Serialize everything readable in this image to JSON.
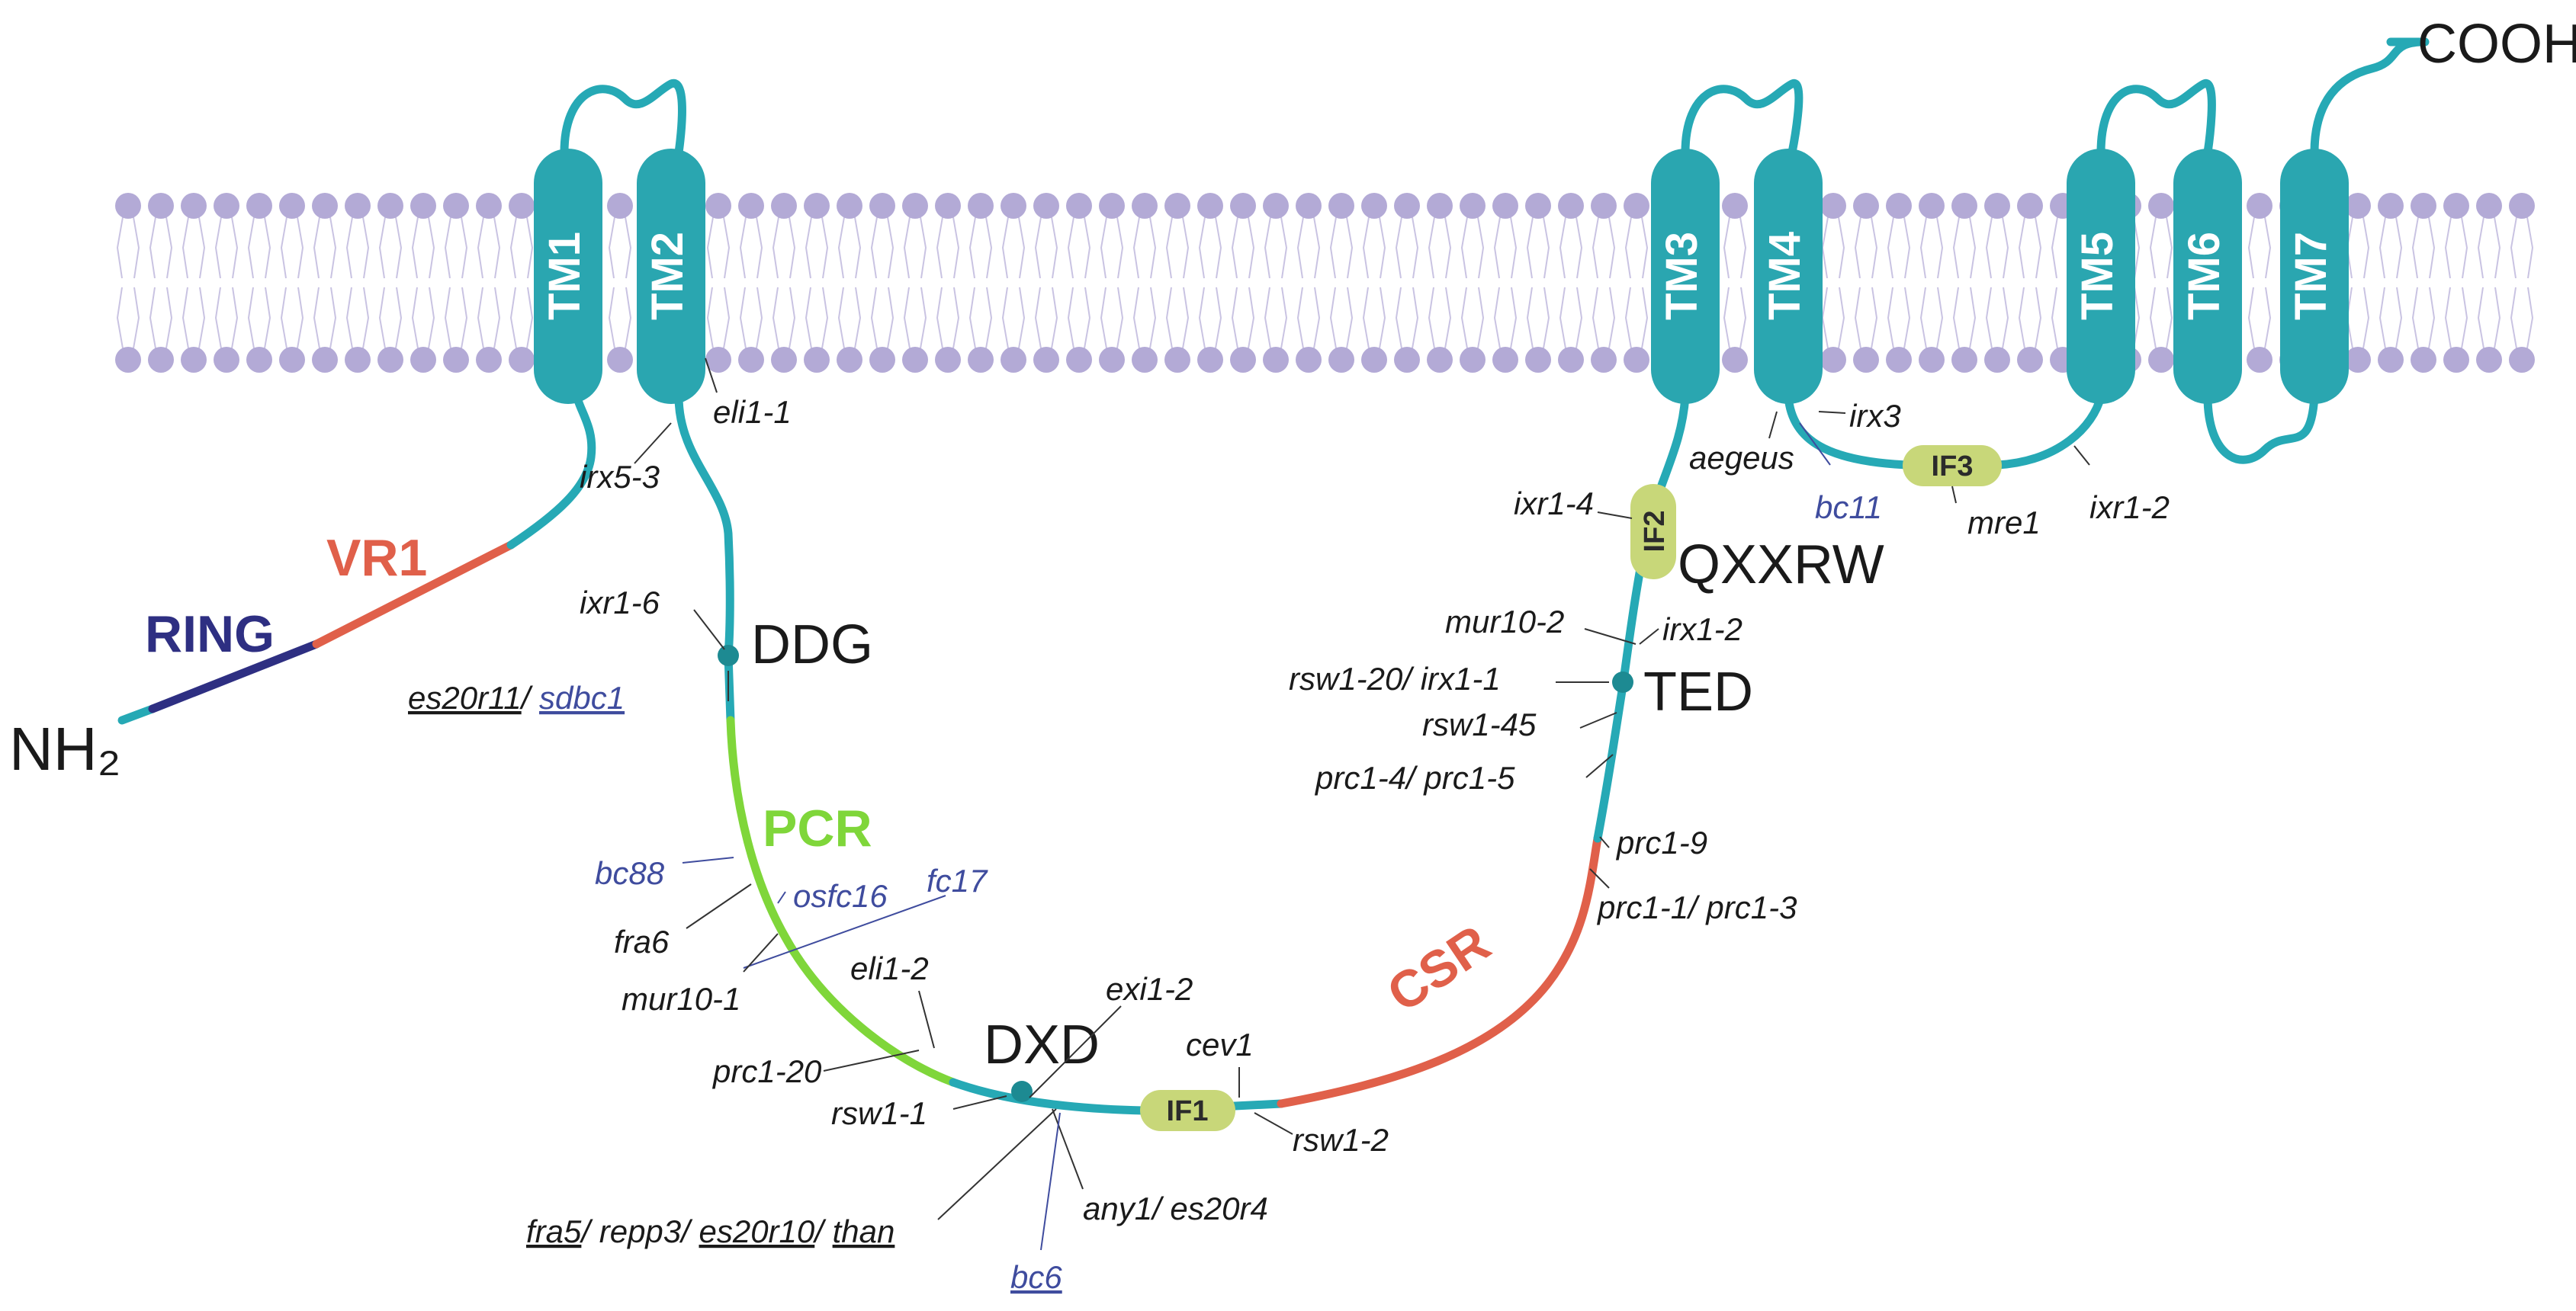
{
  "colors": {
    "chain": "#26a9b5",
    "helix": "#2aa6b0",
    "membrane": "#b3aad6",
    "vr1": "#e0604a",
    "ring": "#2e2f82",
    "pcr": "#7fd63a",
    "csr": "#e0604a",
    "if_box": "#c8d779",
    "blue_mutant": "#3f4c9e"
  },
  "termini": {
    "n_terminus": "NH₂",
    "c_terminus": "COOH"
  },
  "regions": {
    "ring": "RING",
    "vr1": "VR1",
    "pcr": "PCR",
    "csr": "CSR"
  },
  "helices": [
    "TM1",
    "TM2",
    "TM3",
    "TM4",
    "TM5",
    "TM6",
    "TM7"
  ],
  "interfacial": [
    "IF1",
    "IF2",
    "IF3"
  ],
  "motifs": {
    "ddg": "DDG",
    "dxd": "DXD",
    "ted": "TED",
    "qxxrw": "QXXRW"
  },
  "mutations": {
    "eli1_1": "eli1-1",
    "irx5_3": "irx5-3",
    "ixr1_6": "ixr1-6",
    "es20r11": "es20r11",
    "sep_a": "/ ",
    "sdbc1": "sdbc1",
    "bc88": "bc88",
    "osfc16": "osfc16",
    "fc17": "fc17",
    "fra6": "fra6",
    "mur10_1": "mur10-1",
    "eli1_2": "eli1-2",
    "prc1_20": "prc1-20",
    "rsw1_1": "rsw1-1",
    "fra5": "fra5",
    "sep_b": "/ ",
    "repp3": "repp3/ ",
    "es20r10": "es20r10",
    "sep_c": "/ ",
    "than": "than",
    "bc6": "bc6",
    "exi1_2": "exi1-2",
    "any1_es20r4": "any1/ es20r4",
    "cev1": "cev1",
    "rsw1_2": "rsw1-2",
    "prc1_9": "prc1-9",
    "prc1_1_3": "prc1-1/ prc1-3",
    "prc1_4_5": "prc1-4/ prc1-5",
    "rsw1_45": "rsw1-45",
    "rsw1_20_ixr1_1": "rsw1-20/ irx1-1",
    "mur10_2": "mur10-2",
    "irx1_2": "irx1-2",
    "ixr1_4": "ixr1-4",
    "aegeus": "aegeus",
    "bc11": "bc11",
    "irx3": "irx3",
    "mre1": "mre1",
    "ixr1_2b": "ixr1-2"
  }
}
